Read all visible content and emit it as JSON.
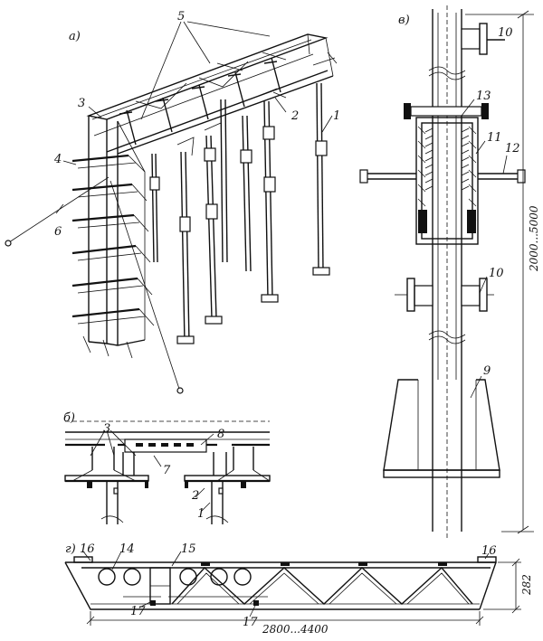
{
  "panels": {
    "a": "а)",
    "b": "б)",
    "v": "в)",
    "g": "г)"
  },
  "callouts_a": [
    "5",
    "3",
    "4",
    "6",
    "2",
    "1"
  ],
  "callouts_b": [
    "3",
    "8",
    "7",
    "2",
    "1"
  ],
  "callouts_v": [
    "10",
    "13",
    "11",
    "12",
    "10",
    "9"
  ],
  "callouts_g": [
    "16",
    "14",
    "15",
    "16",
    "17",
    "17"
  ],
  "dimensions": {
    "prop_height": "2000...5000",
    "truss_length": "2800...4400",
    "truss_height": "282"
  }
}
